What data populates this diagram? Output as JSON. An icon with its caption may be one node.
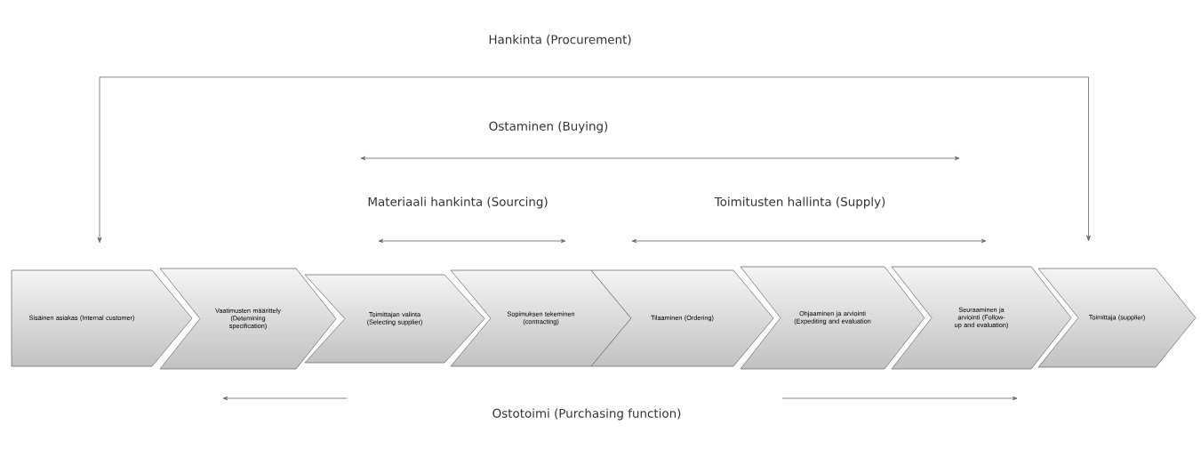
{
  "diagram": {
    "nodes": [
      {
        "text": [
          "Sisäinen asiakas (Internal customer)"
        ]
      },
      {
        "text": [
          "Vaatimusten määrittely (Detemining specification)"
        ]
      },
      {
        "text": [
          "Toimittajan valinta (Selecting supplier)"
        ]
      },
      {
        "text": [
          "Sopimuksen tekeminen (contracting)"
        ]
      },
      {
        "text": [
          "Tilaaminen (Ordering)"
        ]
      },
      {
        "text": [
          "Ohjaaminen ja arviointi (Expediting and evaluation"
        ]
      },
      {
        "text": [
          "Seuraaminen ja arviointi (Follow-up and evaluation)"
        ]
      },
      {
        "text": [
          "Toimittaja (supplier)"
        ]
      }
    ],
    "edges": [
      {
        "from": 0,
        "to": 7,
        "arrow": "both"
      }
    ],
    "labels": [
      "Hankinta (Procurement)",
      "Ostaminen (Buying)",
      "Materiaali hankinta (Sourcing)",
      "Toimitusten hallinta (Supply)",
      "Ostotoimi (Purchasing function)"
    ]
  }
}
